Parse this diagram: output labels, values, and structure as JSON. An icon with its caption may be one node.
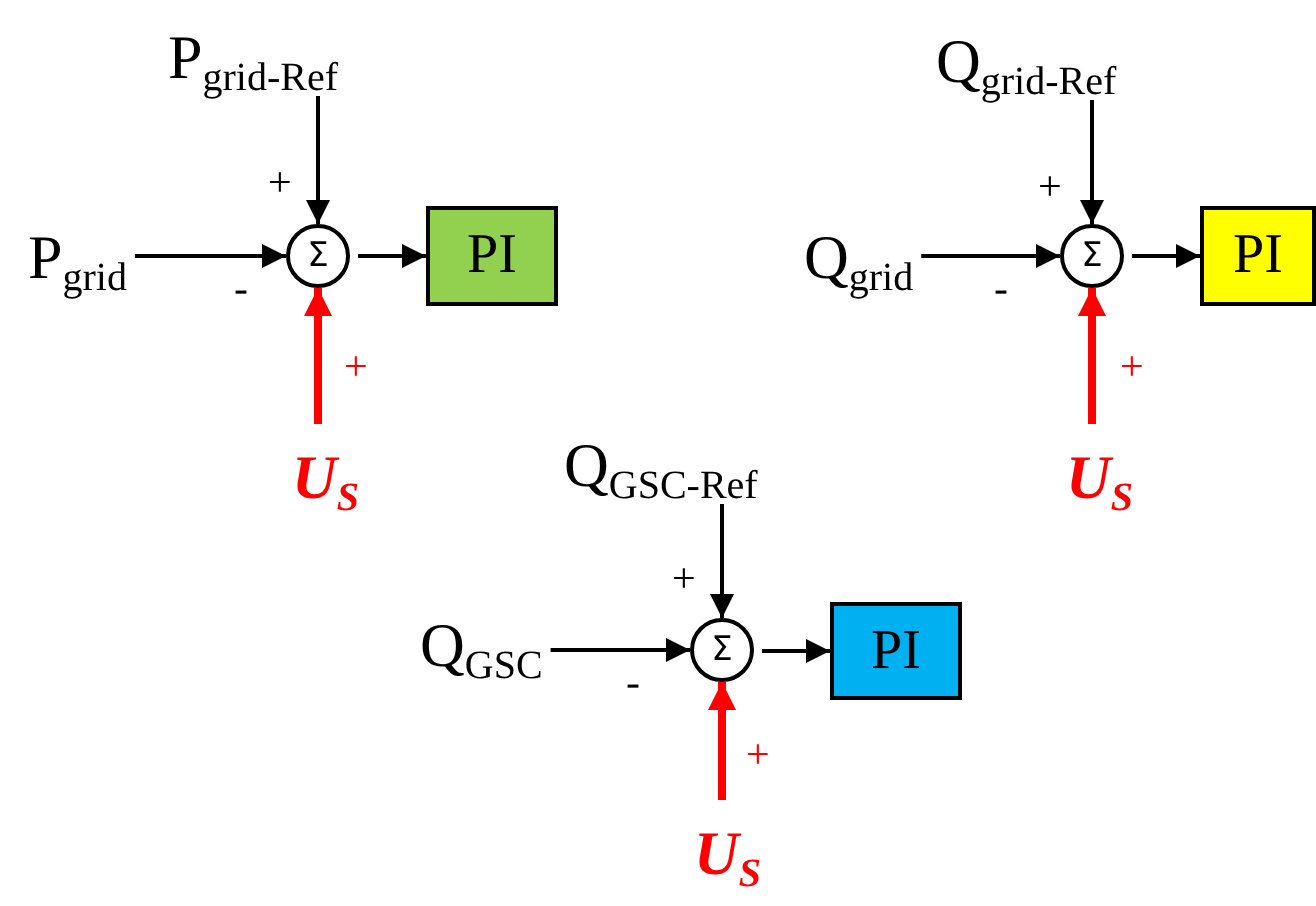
{
  "diagram": {
    "nodes": [
      {
        "text": [
          "P$_{grid-Ref}$"
        ]
      },
      {
        "text": [
          "P$_{grid}$"
        ]
      },
      {
        "text": [
          "Σ"
        ]
      },
      {
        "text": [
          "PI"
        ]
      },
      {
        "text": [
          "U$_{S}$"
        ]
      },
      {
        "text": [
          "Q$_{grid-Ref}$"
        ]
      },
      {
        "text": [
          "Q$_{grid}$"
        ]
      },
      {
        "text": [
          "Σ"
        ]
      },
      {
        "text": [
          "PI"
        ]
      },
      {
        "text": [
          "U$_{S}$"
        ]
      },
      {
        "text": [
          "Q$_{GSC-Ref}$"
        ]
      },
      {
        "text": [
          "Q$_{GSC}$"
        ]
      },
      {
        "text": [
          "Σ"
        ]
      },
      {
        "text": [
          "PI"
        ]
      },
      {
        "text": [
          "U$_{S}$"
        ]
      }
    ],
    "edges": [
      {
        "from": 0,
        "to": 2,
        "arrow": "to"
      },
      {
        "from": 1,
        "to": 2,
        "arrow": "to"
      },
      {
        "from": 2,
        "to": 3,
        "arrow": "to"
      },
      {
        "from": 4,
        "to": 2,
        "arrow": "to",
        "style": "thick",
        "color": "#ff0000"
      },
      {
        "from": 5,
        "to": 7,
        "arrow": "to"
      },
      {
        "from": 6,
        "to": 7,
        "arrow": "to"
      },
      {
        "from": 7,
        "to": 8,
        "arrow": "to"
      },
      {
        "from": 9,
        "to": 7,
        "arrow": "to",
        "style": "thick",
        "color": "#ff0000"
      },
      {
        "from": 10,
        "to": 12,
        "arrow": "to"
      },
      {
        "from": 11,
        "to": 12,
        "arrow": "to"
      },
      {
        "from": 12,
        "to": 13,
        "arrow": "to"
      },
      {
        "from": 14,
        "to": 12,
        "arrow": "to",
        "style": "thick",
        "color": "#ff0000"
      }
    ],
    "labels": [
      "+",
      "-",
      "+",
      "+",
      "-",
      "+",
      "+",
      "-",
      "+"
    ]
  }
}
